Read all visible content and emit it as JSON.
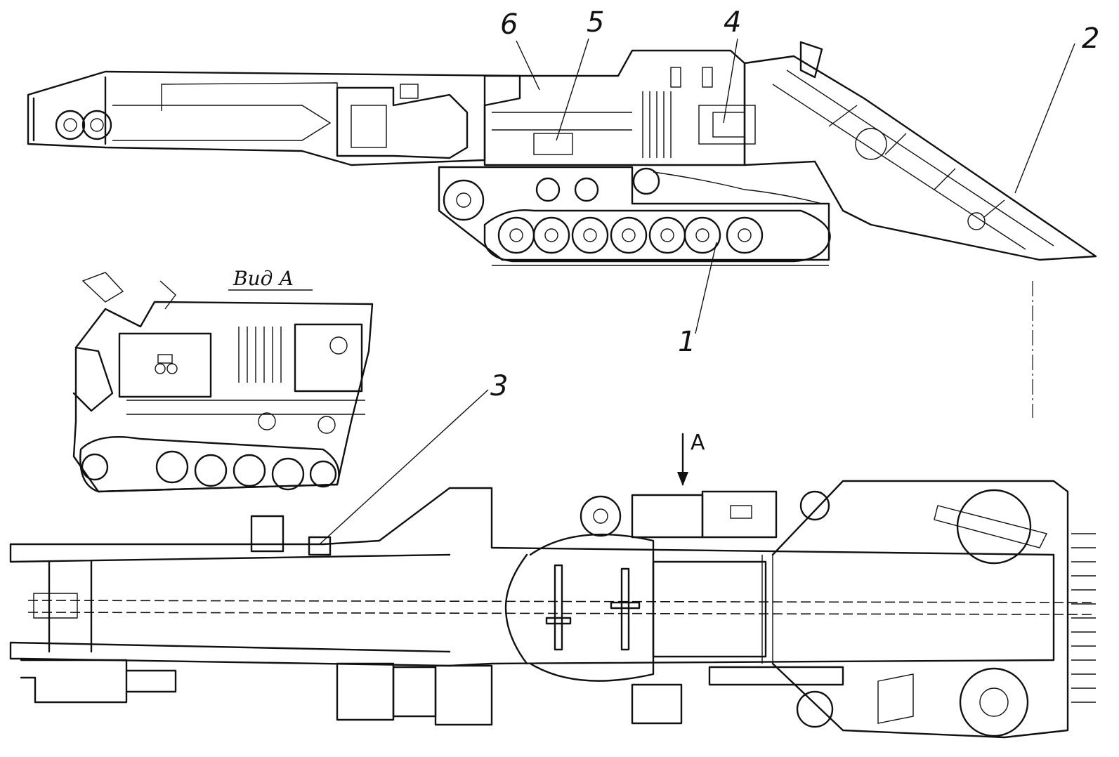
{
  "callouts": {
    "c1": "1",
    "c2": "2",
    "c3": "3",
    "c4": "4",
    "c5": "5",
    "c6": "6"
  },
  "view_label": "Вид А",
  "view_arrow_label": "А"
}
